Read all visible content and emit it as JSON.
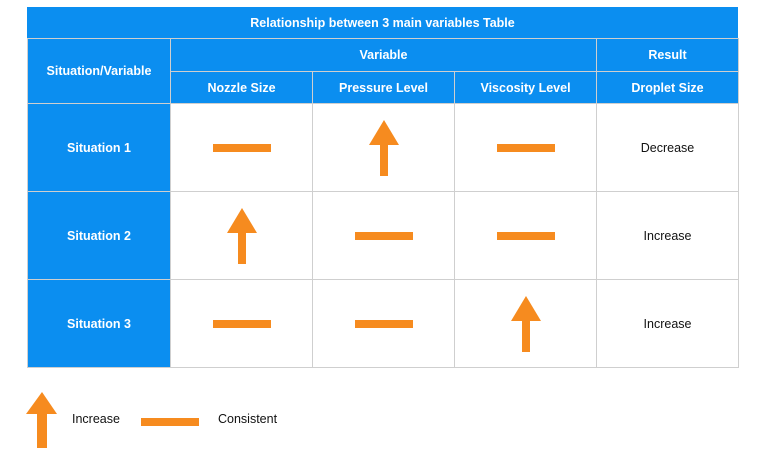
{
  "colors": {
    "header": "#0b8ef0",
    "arrow": "#f68b1f",
    "grid": "#cfcfcf"
  },
  "table": {
    "title": "Relationship between 3 main variables Table",
    "corner_label": "Situation/Variable",
    "group_variable": "Variable",
    "group_result": "Result",
    "columns": [
      "Nozzle Size",
      "Pressure Level",
      "Viscosity Level",
      "Droplet Size"
    ],
    "rows": [
      {
        "label": "Situation 1",
        "marks": [
          "consistent",
          "increase",
          "consistent"
        ],
        "result": "Decrease"
      },
      {
        "label": "Situation 2",
        "marks": [
          "increase",
          "consistent",
          "consistent"
        ],
        "result": "Increase"
      },
      {
        "label": "Situation 3",
        "marks": [
          "consistent",
          "consistent",
          "increase"
        ],
        "result": "Increase"
      }
    ]
  },
  "legend": {
    "increase_label": "Increase",
    "consistent_label": "Consistent",
    "increase_icon": "up-arrow-icon",
    "consistent_icon": "bar-icon"
  }
}
